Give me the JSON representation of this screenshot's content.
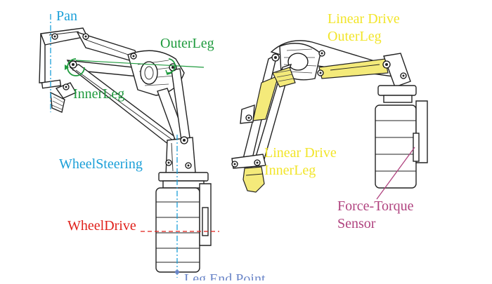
{
  "labels": {
    "pan": "Pan",
    "outer_leg": "OuterLeg",
    "inner_leg": "InnerLeg",
    "wheel_steering": "WheelSteering",
    "wheel_drive": "WheelDrive",
    "leg_end_point": "Leg End Point",
    "linear_drive_outer_1": "Linear Drive",
    "linear_drive_outer_2": "OuterLeg",
    "linear_drive_inner_1": "Linear Drive",
    "linear_drive_inner_2": "InnerLeg",
    "force_torque_1": "Force-Torque",
    "force_torque_2": "Sensor"
  },
  "colors": {
    "pan": "#1a9fd8",
    "outer_leg": "#1f9b3e",
    "inner_leg": "#1f9b3e",
    "wheel_steering": "#1a9fd8",
    "wheel_drive": "#e0211b",
    "leg_end_point": "#6b86c8",
    "linear_drive": "#f2e52a",
    "actuator_fill": "#f4ea7a",
    "force_torque": "#b0437f"
  }
}
